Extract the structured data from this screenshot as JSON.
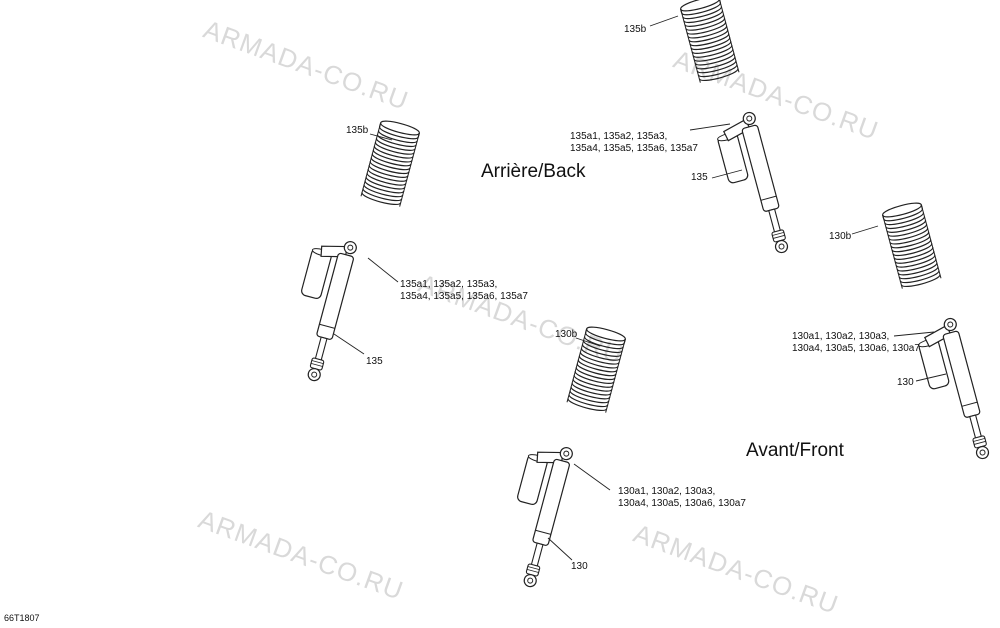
{
  "watermark": "ARMADA-CO.RU",
  "sections": {
    "rear": "Arrière/Back",
    "front": "Avant/Front"
  },
  "labels": {
    "spring_135b": "135b",
    "shock_135": "135",
    "parts_135a_line1": "135a1, 135a2, 135a3,",
    "parts_135a_line2": "135a4, 135a5, 135a6, 135a7",
    "spring_130b": "130b",
    "shock_130": "130",
    "parts_130a_line1": "130a1, 130a2, 130a3,",
    "parts_130a_line2": "130a4, 130a5, 130a6, 130a7"
  },
  "figure_code": "66T1807"
}
